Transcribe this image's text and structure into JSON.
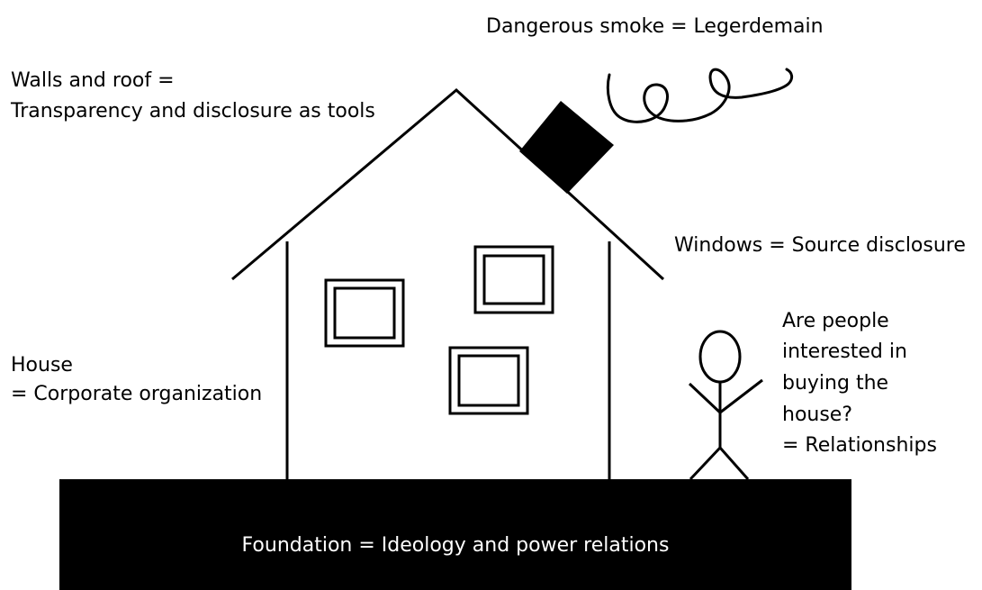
{
  "labels": {
    "smoke": "Dangerous smoke = Legerdemain",
    "walls_line1": "Walls and roof =",
    "walls_line2": "Transparency and disclosure as tools",
    "windows": "Windows = Source disclosure",
    "house_line1": "House",
    "house_line2": "= Corporate organization",
    "people_line1": "Are people",
    "people_line2": "interested in",
    "people_line3": "buying the",
    "people_line4": "house?",
    "people_line5": "= Relationships",
    "foundation": "Foundation = Ideology and power relations"
  },
  "colors": {
    "ink": "#000000",
    "background": "#ffffff",
    "foundation_text": "#ffffff"
  }
}
